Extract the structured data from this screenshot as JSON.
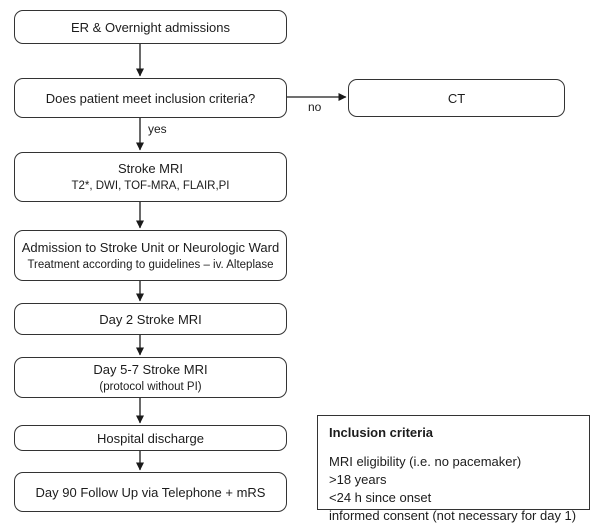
{
  "flowchart": {
    "nodes": {
      "er": {
        "title": "ER & Overnight admissions"
      },
      "criteria": {
        "title": "Does patient meet inclusion criteria?"
      },
      "ct": {
        "title": "CT"
      },
      "stroke_mri": {
        "title": "Stroke MRI",
        "subtitle": "T2*, DWI, TOF-MRA, FLAIR,PI"
      },
      "admission": {
        "title": "Admission to Stroke Unit or Neurologic Ward",
        "subtitle": "Treatment according to guidelines – iv. Alteplase"
      },
      "day2": {
        "title": "Day 2 Stroke MRI"
      },
      "day57": {
        "title": "Day 5-7 Stroke MRI",
        "subtitle": "(protocol without PI)"
      },
      "discharge": {
        "title": "Hospital discharge"
      },
      "day90": {
        "title": "Day 90 Follow Up via Telephone + mRS"
      }
    },
    "edges": {
      "yes_label": "yes",
      "no_label": "no"
    },
    "legend": {
      "title": "Inclusion criteria",
      "items": [
        "MRI eligibility (i.e. no pacemaker)",
        ">18 years",
        "<24 h since onset",
        "informed consent (not necessary for day 1)"
      ]
    },
    "colors": {
      "border": "#333333",
      "text": "#1c1c1c",
      "background": "#ffffff"
    }
  }
}
